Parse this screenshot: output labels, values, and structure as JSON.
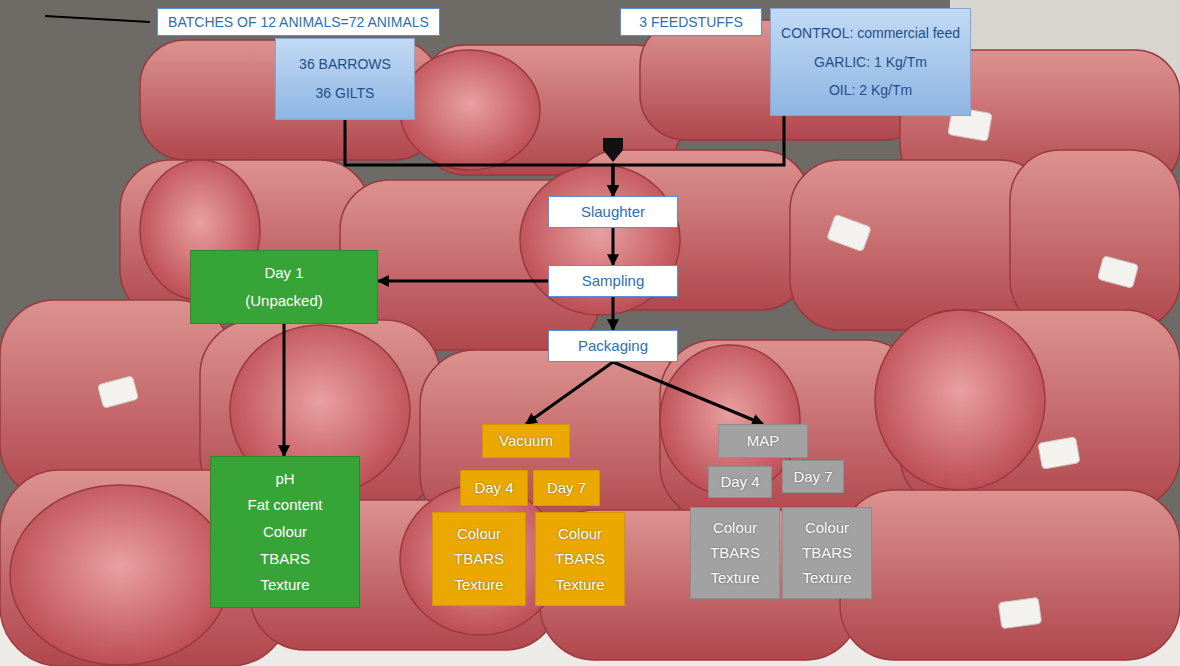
{
  "diagram": {
    "nodes": [
      {
        "text": [
          "BATCHES OF 12 ANIMALS=72 ANIMALS"
        ]
      },
      {
        "text": [
          "3 FEEDSTUFFS"
        ]
      },
      {
        "text": [
          "CONTROL: commercial feed",
          "GARLIC: 1 Kg/Tm",
          "OIL: 2 Kg/Tm"
        ]
      },
      {
        "text": [
          "36 BARROWS",
          "36 GILTS"
        ]
      },
      {
        "text": [
          "Slaughter"
        ]
      },
      {
        "text": [
          "Day 1",
          "(Unpacked)"
        ]
      },
      {
        "text": [
          "Sampling"
        ]
      },
      {
        "text": [
          "Packaging"
        ]
      },
      {
        "text": [
          "Vacuum"
        ]
      },
      {
        "text": [
          "MAP"
        ]
      },
      {
        "text": [
          "pH",
          "Fat content",
          "Colour",
          "TBARS",
          "Texture"
        ]
      },
      {
        "text": [
          "Day 4"
        ]
      },
      {
        "text": [
          "Day 7"
        ]
      },
      {
        "text": [
          "Day 4"
        ]
      },
      {
        "text": [
          "Day 7"
        ]
      },
      {
        "text": [
          "Colour",
          "TBARS",
          "Texture"
        ]
      },
      {
        "text": [
          "Colour",
          "TBARS",
          "Texture"
        ]
      },
      {
        "text": [
          "Colour",
          "TBARS",
          "Texture"
        ]
      },
      {
        "text": [
          "Colour",
          "TBARS",
          "Texture"
        ]
      }
    ],
    "edges": [
      {
        "from": 3,
        "to": 4,
        "arrow": "to"
      },
      {
        "from": 2,
        "to": 4,
        "arrow": "to"
      },
      {
        "from": 4,
        "to": 6,
        "arrow": "to"
      },
      {
        "from": 6,
        "to": 5,
        "arrow": "to"
      },
      {
        "from": 6,
        "to": 7,
        "arrow": "to"
      },
      {
        "from": 5,
        "to": 10,
        "arrow": "to"
      },
      {
        "from": 7,
        "to": 8,
        "arrow": "to"
      },
      {
        "from": 7,
        "to": 9,
        "arrow": "to"
      }
    ]
  }
}
